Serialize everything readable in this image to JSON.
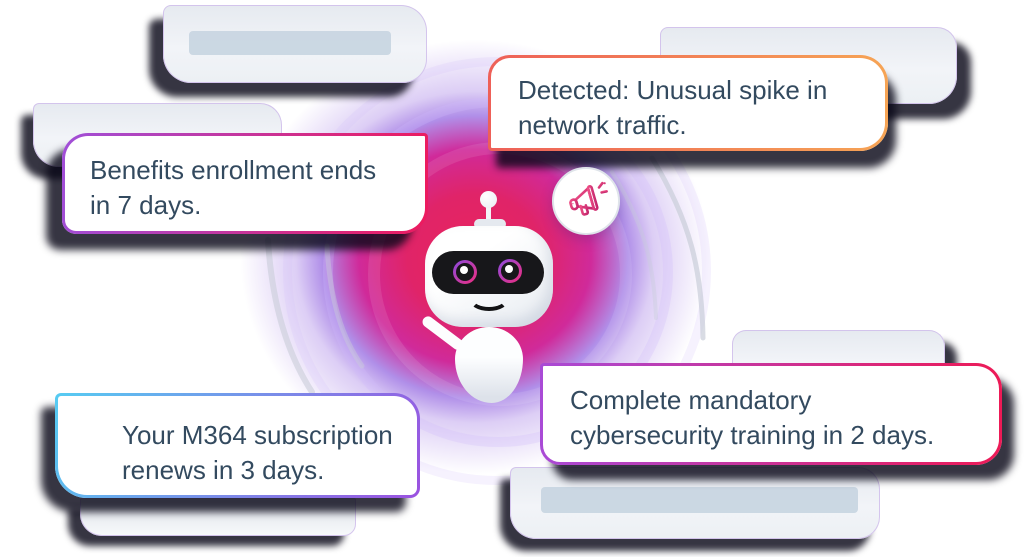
{
  "notifications": {
    "benefits": {
      "line1": "Benefits enrollment ends",
      "line2": "in 7 days."
    },
    "network": {
      "line1": "Detected: Unusual spike in",
      "line2": "network traffic."
    },
    "subscription": {
      "line1": "Your M364 subscription",
      "line2": "renews in 3 days."
    },
    "training": {
      "line1": "Complete mandatory",
      "line2": "cybersecurity training in 2 days."
    }
  },
  "colors": {
    "text": "#334a5f",
    "shadow": "rgba(10,8,24,0.82)",
    "benefits-border-start": "#a04fd8",
    "benefits-border-end": "#ed1a5e",
    "network-border-start": "#ee6058",
    "network-border-end": "#f6a455",
    "subscription-border-start": "#56ccf2",
    "subscription-border-end": "#9b51e0",
    "training-border-start": "#a94ad6",
    "training-border-end": "#ed1a56",
    "placeholder-bar": "#c4d2df",
    "blob-pink": "#e9245e",
    "blob-magenta": "#d02a9a",
    "badge-ring": "#dfe4ea",
    "megaphone-start": "#ef4f86",
    "megaphone-end": "#c2256c",
    "eye-ring-start": "#8a4be0",
    "eye-ring-end": "#ef2d7d",
    "robot-dark": "#17171a"
  }
}
